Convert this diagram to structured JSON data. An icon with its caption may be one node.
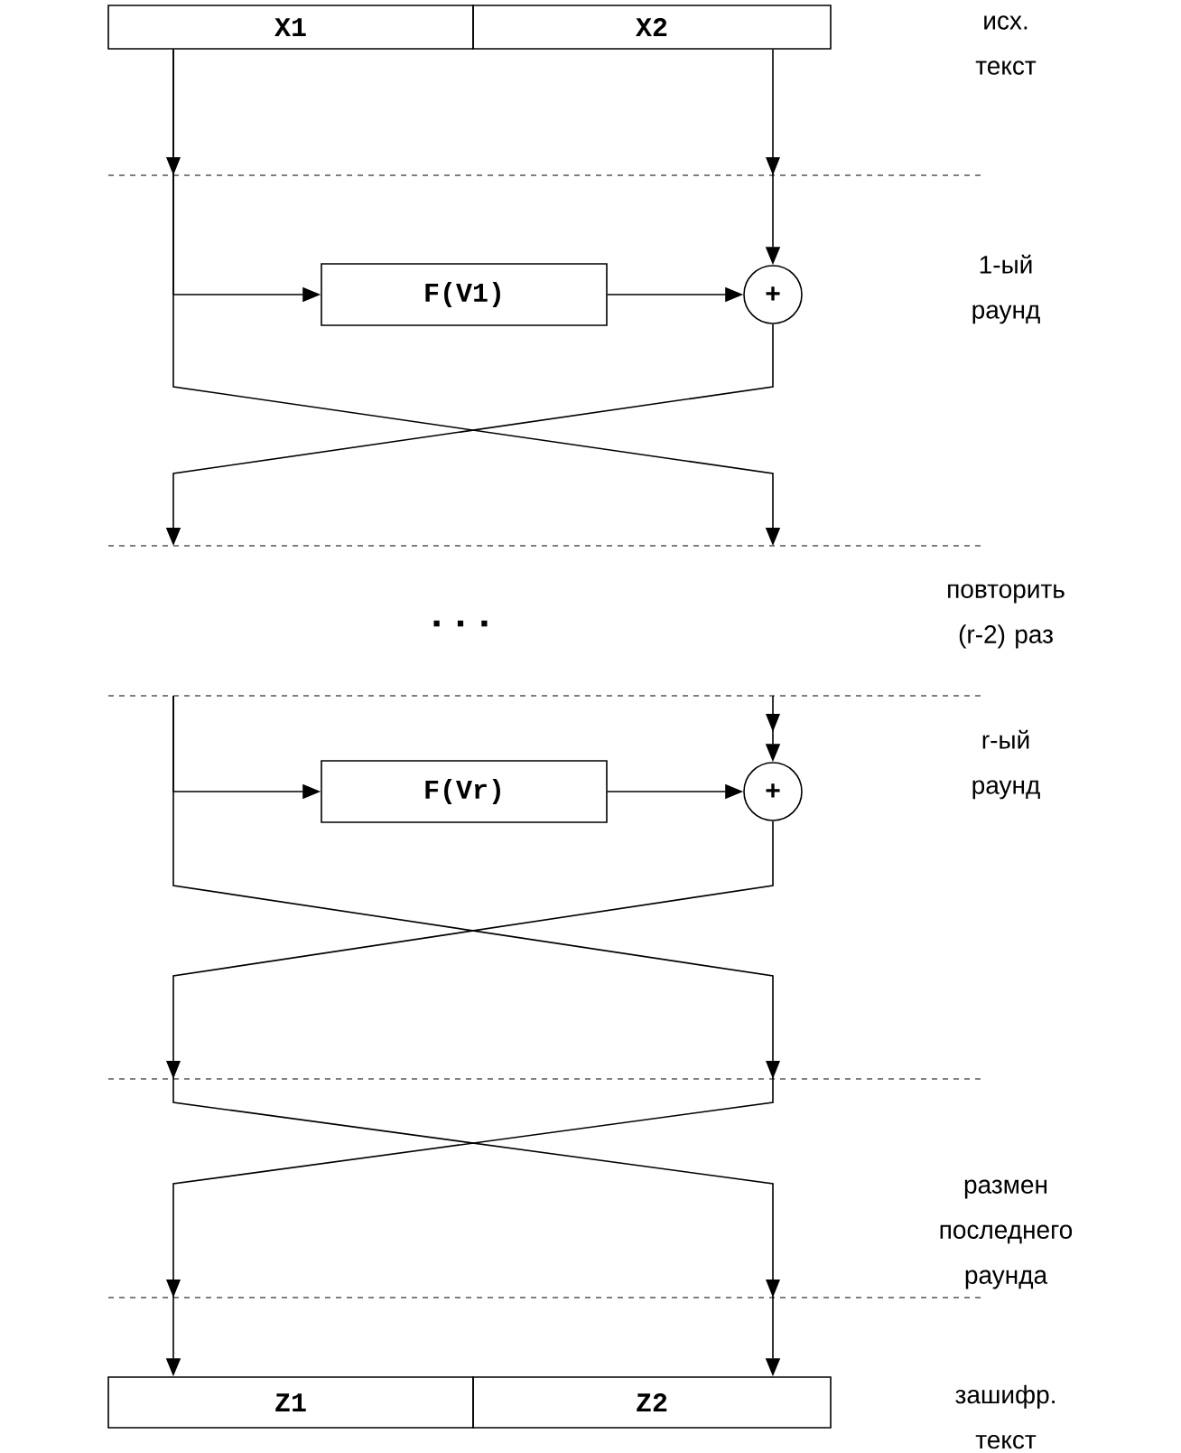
{
  "diagram": {
    "nodes": [
      {
        "text": [
          "X1"
        ]
      },
      {
        "text": [
          "X2"
        ]
      },
      {
        "text": [
          "F(V1)"
        ]
      },
      {
        "text": [
          "+"
        ]
      },
      {
        "text": [
          "F(Vr)"
        ]
      },
      {
        "text": [
          "+"
        ]
      },
      {
        "text": [
          "Z1"
        ]
      },
      {
        "text": [
          "Z2"
        ]
      }
    ],
    "edges": [
      {
        "from": 0,
        "to": 2,
        "arrow": "to"
      },
      {
        "from": 1,
        "to": 3,
        "arrow": "to"
      },
      {
        "from": 2,
        "to": 3,
        "arrow": "to"
      },
      {
        "from": 0,
        "to": null,
        "arrow": "to"
      },
      {
        "from": 3,
        "to": null,
        "arrow": "to"
      },
      {
        "from": null,
        "to": 4,
        "arrow": "to"
      },
      {
        "from": null,
        "to": 5,
        "arrow": "to"
      },
      {
        "from": 4,
        "to": 5,
        "arrow": "to"
      },
      {
        "from": null,
        "to": 6,
        "arrow": "to"
      },
      {
        "from": 5,
        "to": 7,
        "arrow": "to"
      }
    ],
    "labels": [
      "исх. текст",
      "1-ый раунд",
      "...",
      "повторить (r-2) раз",
      "r-ый раунд",
      "размен последнего раунда",
      "зашифр. текст"
    ]
  }
}
